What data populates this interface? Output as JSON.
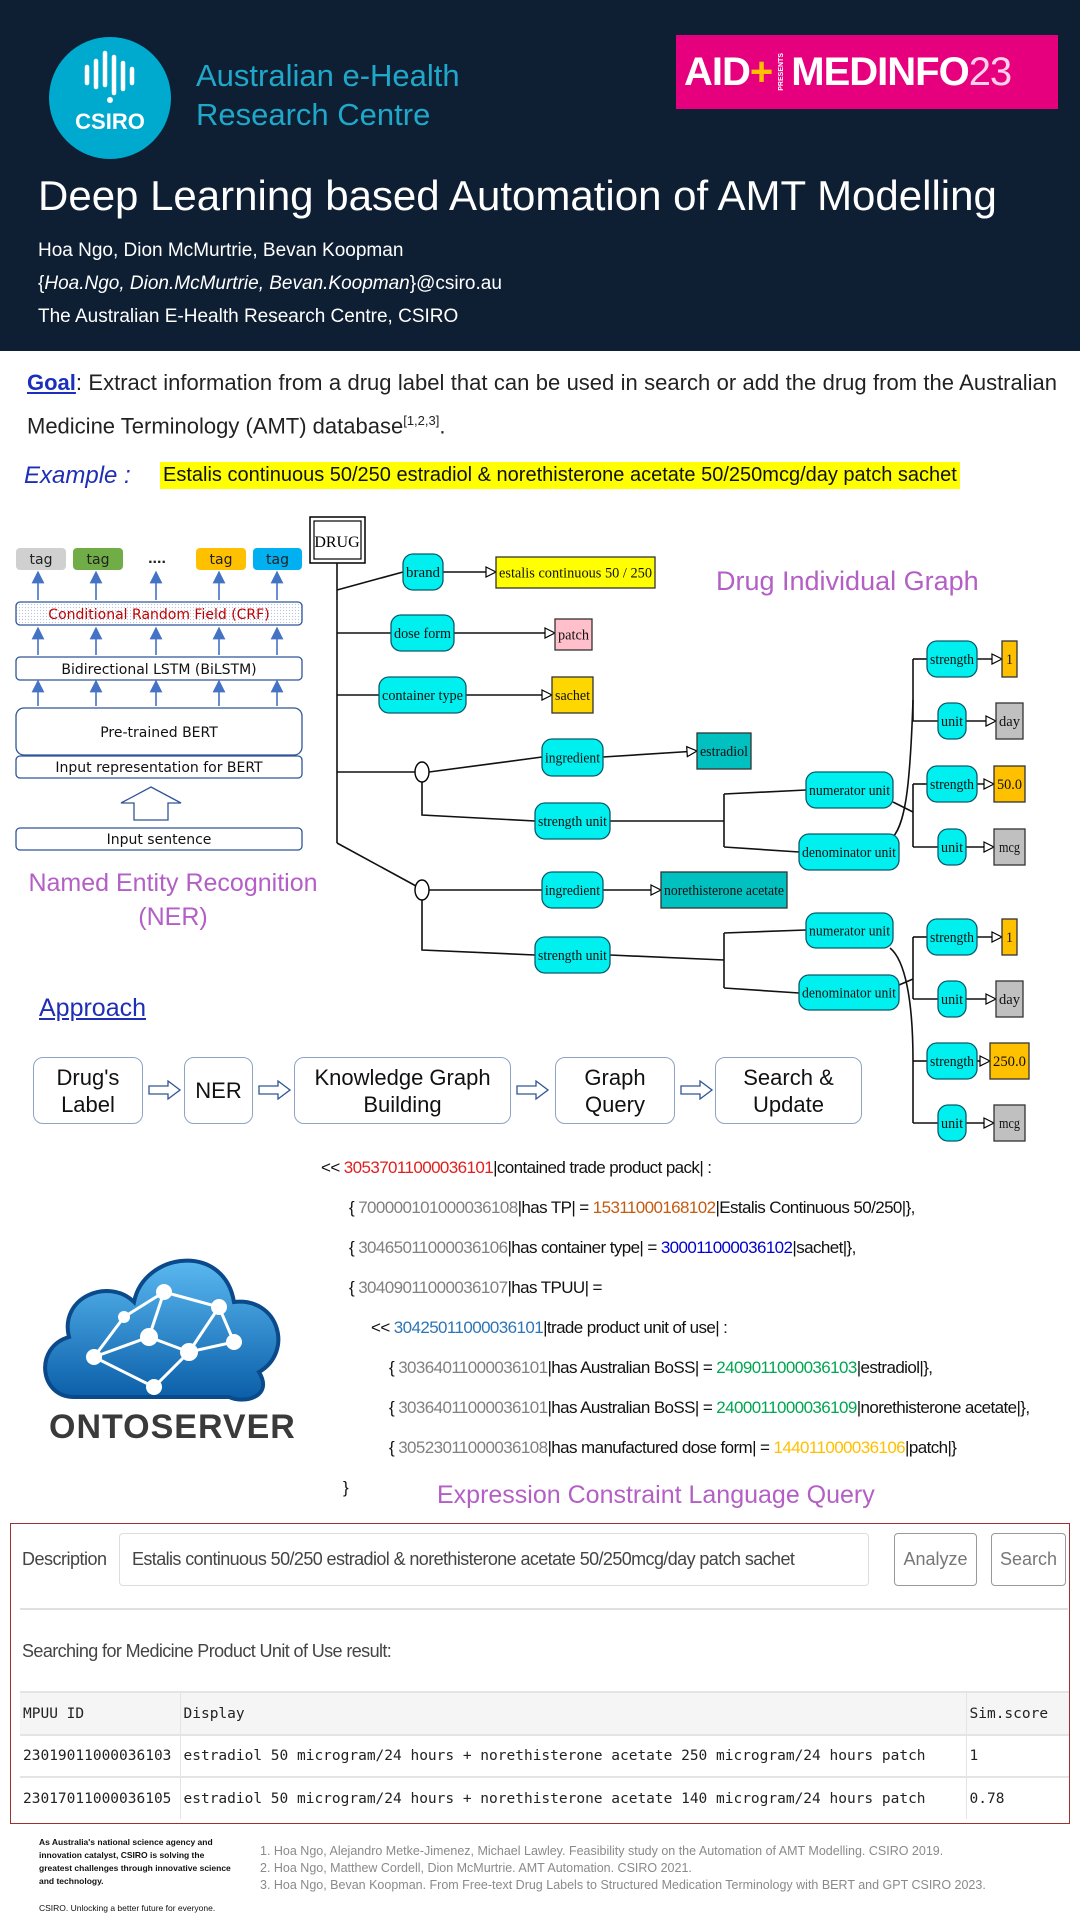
{
  "header": {
    "logo_text": "CSIRO",
    "centre_name_line1": "Australian e-Health",
    "centre_name_line2": "Research Centre",
    "conference_logo": {
      "part1": "AID",
      "plus": "+",
      "presents": "PRESENTS",
      "part2": "MEDINFO",
      "year": "23"
    },
    "title": "Deep Learning based Automation of AMT Modelling",
    "authors": "Hoa Ngo, Dion McMurtrie, Bevan Koopman",
    "emails_open": "{",
    "emails": "Hoa.Ngo, Dion.McMurtrie, Bevan.Koopman",
    "emails_close": "}@csiro.au",
    "affiliation": "The Australian E-Health Research Centre, CSIRO",
    "colors": {
      "background": "#0e1e33",
      "csiro_blue": "#00a9ce",
      "conference_pink": "#e6007e"
    }
  },
  "goal": {
    "label": "Goal",
    "text": ": Extract information from a drug label that can be used in search or add the drug from the Australian Medicine Terminology (AMT) database",
    "citation": "[1,2,3]",
    "end": "."
  },
  "example": {
    "label": "Example :",
    "text": "Estalis continuous 50/250 estradiol & norethisterone acetate 50/250mcg/day patch sachet"
  },
  "ner": {
    "tags": [
      {
        "label": "tag",
        "color": "#d0d0d0"
      },
      {
        "label": "tag",
        "color": "#70ad47"
      },
      {
        "label": "tag",
        "color": "#ffc000"
      },
      {
        "label": "tag",
        "color": "#00b0f0"
      }
    ],
    "ellipsis": "....",
    "crf": "Conditional Random Field (CRF)",
    "bilstm": "Bidirectional LSTM (BiLSTM)",
    "bert": "Pre-trained BERT",
    "input_rep": "Input representation for BERT",
    "input_sentence": "Input sentence",
    "title_line1": "Named Entity Recognition",
    "title_line2": "(NER)"
  },
  "graph": {
    "title": "Drug Individual Graph",
    "root": "DRUG",
    "nodes": [
      {
        "label": "brand",
        "kind": "attribute"
      },
      {
        "label": "estalis continuous 50 / 250",
        "kind": "brand-value"
      },
      {
        "label": "dose form",
        "kind": "attribute"
      },
      {
        "label": "patch",
        "kind": "dose-form-value"
      },
      {
        "label": "container type",
        "kind": "attribute"
      },
      {
        "label": "sachet",
        "kind": "container-value"
      },
      {
        "label": "ingredient",
        "kind": "attribute"
      },
      {
        "label": "estradiol",
        "kind": "ingredient-value"
      },
      {
        "label": "strength unit",
        "kind": "attribute"
      },
      {
        "label": "numerator unit",
        "kind": "attribute"
      },
      {
        "label": "denominator unit",
        "kind": "attribute"
      },
      {
        "label": "strength",
        "kind": "attribute"
      },
      {
        "label": "1",
        "kind": "strength-value"
      },
      {
        "label": "unit",
        "kind": "attribute"
      },
      {
        "label": "day",
        "kind": "unit-value"
      },
      {
        "label": "strength",
        "kind": "attribute"
      },
      {
        "label": "50.0",
        "kind": "strength-value"
      },
      {
        "label": "unit",
        "kind": "attribute"
      },
      {
        "label": "mcg",
        "kind": "unit-value"
      },
      {
        "label": "ingredient",
        "kind": "attribute"
      },
      {
        "label": "norethisterone acetate",
        "kind": "ingredient-value"
      },
      {
        "label": "strength unit",
        "kind": "attribute"
      },
      {
        "label": "numerator unit",
        "kind": "attribute"
      },
      {
        "label": "denominator unit",
        "kind": "attribute"
      },
      {
        "label": "strength",
        "kind": "attribute"
      },
      {
        "label": "1",
        "kind": "strength-value"
      },
      {
        "label": "unit",
        "kind": "attribute"
      },
      {
        "label": "day",
        "kind": "unit-value"
      },
      {
        "label": "strength",
        "kind": "attribute"
      },
      {
        "label": "250.0",
        "kind": "strength-value"
      },
      {
        "label": "unit",
        "kind": "attribute"
      },
      {
        "label": "mcg",
        "kind": "unit-value"
      }
    ],
    "colors": {
      "attribute": "#00f0f0",
      "brand-value": "#ffff00",
      "dose-form-value": "#ffc0cb",
      "container-value": "#ffd700",
      "ingredient-value": "#00c0c0",
      "strength-value": "#ffc000",
      "unit-value": "#c0c0c0"
    }
  },
  "approach": {
    "title": "Approach",
    "steps": [
      {
        "line1": "Drug's",
        "line2": "Label"
      },
      {
        "line1": "NER",
        "line2": ""
      },
      {
        "line1": "Knowledge Graph",
        "line2": "Building"
      },
      {
        "line1": "Graph",
        "line2": "Query"
      },
      {
        "line1": "Search &",
        "line2": "Update"
      }
    ]
  },
  "ontoserver": {
    "logo_text": "ONTOSERVER"
  },
  "ecl": {
    "title": "Expression Constraint Language Query",
    "lines": [
      {
        "a": "<< ",
        "id": "30537011000036101",
        "id_color": "red",
        "b": "|contained trade product pack| :",
        "val": "",
        "val_color": "",
        "c": ""
      },
      {
        "a": "{ ",
        "id": "700000101000036108",
        "id_color": "gray",
        "b": "|has TP| = ",
        "val": "15311000168102",
        "val_color": "orange",
        "c": "|Estalis Continuous 50/250|},"
      },
      {
        "a": "{ ",
        "id": "30465011000036106",
        "id_color": "gray",
        "b": "|has container type| = ",
        "val": "300011000036102",
        "val_color": "blue",
        "c": "|sachet|},"
      },
      {
        "a": "{ ",
        "id": "30409011000036107",
        "id_color": "gray",
        "b": "|has TPUU| =",
        "val": "",
        "val_color": "",
        "c": ""
      },
      {
        "a": "<< ",
        "id": "30425011000036101",
        "id_color": "lblue",
        "b": "|trade product unit of use| :",
        "val": "",
        "val_color": "",
        "c": ""
      },
      {
        "a": "{ ",
        "id": "30364011000036101",
        "id_color": "gray",
        "b": "|has Australian BoSS| = ",
        "val": "2409011000036103",
        "val_color": "green",
        "c": "|estradiol|},"
      },
      {
        "a": "{ ",
        "id": "30364011000036101",
        "id_color": "gray",
        "b": "|has Australian BoSS| = ",
        "val": "2400011000036109",
        "val_color": "green",
        "c": "|norethisterone acetate|},"
      },
      {
        "a": "{ ",
        "id": "30523011000036108",
        "id_color": "gray",
        "b": "|has manufactured dose form| = ",
        "val": "144011000036106",
        "val_color": "yellow",
        "c": "|patch|}"
      },
      {
        "a": "}",
        "id": "",
        "id_color": "",
        "b": "",
        "val": "",
        "val_color": "",
        "c": ""
      }
    ]
  },
  "search": {
    "description_label": "Description",
    "description_value": "Estalis continuous 50/250 estradiol & norethisterone acetate 50/250mcg/day patch sachet",
    "analyze_label": "Analyze",
    "search_label": "Search",
    "result_label": "Searching for Medicine Product Unit of Use result:",
    "columns": [
      "MPUU ID",
      "Display",
      "Sim.score"
    ],
    "rows": [
      [
        "23019011000036103",
        "estradiol 50 microgram/24 hours + norethisterone acetate 250 microgram/24 hours patch",
        "1"
      ],
      [
        "23017011000036105",
        "estradiol 50 microgram/24 hours + norethisterone acetate 140 microgram/24 hours patch",
        "0.78"
      ]
    ]
  },
  "footer": {
    "blurb": "As Australia's national science agency and innovation catalyst, CSIRO is solving the greatest challenges through innovative science and technology.",
    "tagline": "CSIRO. Unlocking a better future for everyone.",
    "references": [
      "1.   Hoa Ngo, Alejandro Metke-Jimenez, Michael Lawley. Feasibility study on the Automation of AMT Modelling. CSIRO 2019.",
      "2.   Hoa Ngo, Matthew Cordell, Dion McMurtrie. AMT Automation. CSIRO 2021.",
      "3.   Hoa Ngo, Bevan Koopman. From Free-text Drug Labels to Structured Medication Terminology with BERT and GPT CSIRO 2023."
    ]
  }
}
